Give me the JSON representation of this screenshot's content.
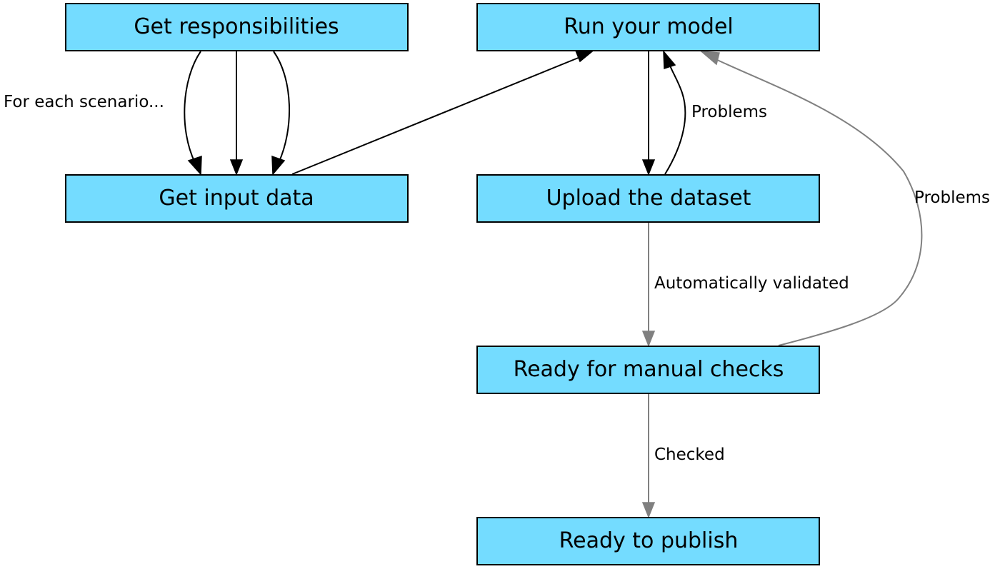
{
  "nodes": {
    "get_responsibilities": "Get responsibilities",
    "run_your_model": "Run your model",
    "get_input_data": "Get input data",
    "upload_the_dataset": "Upload the dataset",
    "ready_for_manual_checks": "Ready for manual checks",
    "ready_to_publish": "Ready to publish"
  },
  "edges": {
    "for_each_scenario": "For each scenario...",
    "problems_upload": "Problems",
    "problems_manual": "Problems",
    "automatically_validated": "Automatically validated",
    "checked": "Checked"
  },
  "colors": {
    "node_fill": "#74dcff",
    "edge_primary": "#000000",
    "edge_secondary": "#808080"
  }
}
